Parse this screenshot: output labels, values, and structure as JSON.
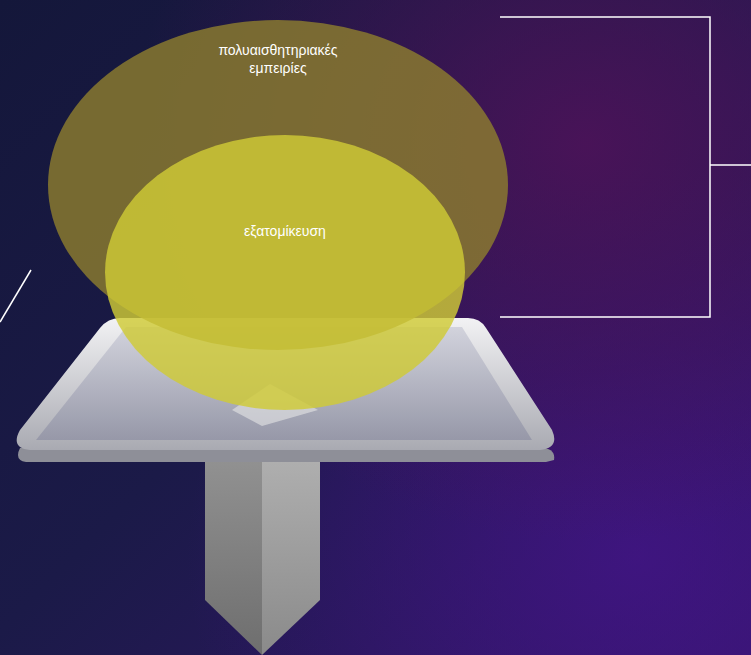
{
  "diagram": {
    "nodes": [
      {
        "text": [
          "πολυαισθητηριακές εμπειρίες"
        ]
      },
      {
        "text": [
          "εξατομίκευση"
        ],
        "in": 0
      }
    ]
  }
}
